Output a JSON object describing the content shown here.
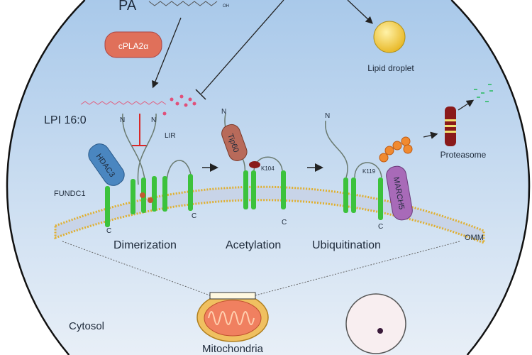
{
  "labels": {
    "pa": "PA",
    "oh": "OH",
    "cpla2a": "cPLA2α",
    "lipid_droplet": "Lipid droplet",
    "lpi": "LPI 16:0",
    "n": "N",
    "lir": "LIR",
    "hdac3": "HDAC3",
    "tip60": "Tip60",
    "k104": "K104",
    "k119": "K119",
    "march5": "MARCH5",
    "proteasome": "Proteasome",
    "fundc1": "FUNDC1",
    "c": "C",
    "omm": "OMM",
    "dimerization": "Dimerization",
    "acetylation": "Acetylation",
    "ubiquitination": "Ubiquitination",
    "cytosol": "Cytosol",
    "mitochondria": "Mitochondria"
  },
  "colors": {
    "cell_top": "#a9c9ea",
    "cell_bottom": "#e6eef6",
    "membrane_head": "#e0b030",
    "helix": "#3cc23c",
    "cpla2a": "#e0705a",
    "hdac3": "#4a86c0",
    "tip60": "#b86a5a",
    "march5": "#a86ab8",
    "ubiquitin": "#f08a30"
  }
}
